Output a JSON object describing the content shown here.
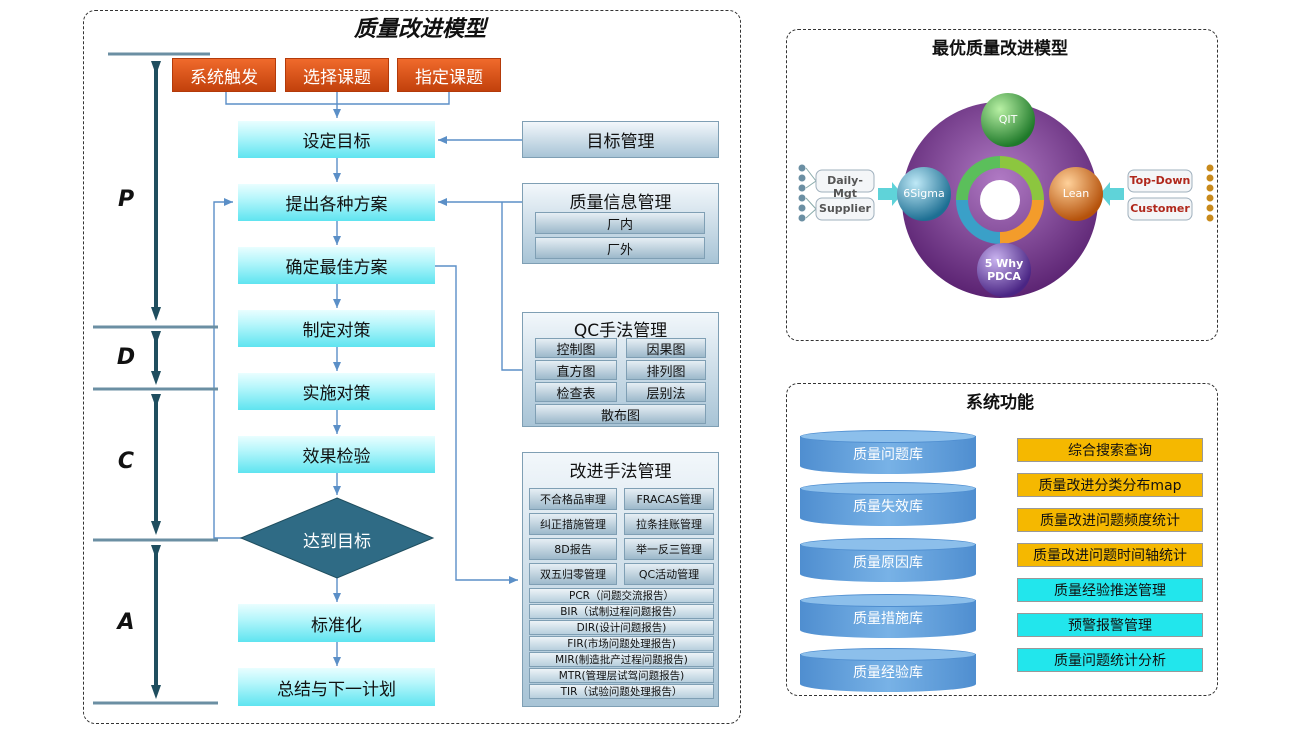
{
  "left_panel": {
    "title": "质量改进模型",
    "triggers": [
      "系统触发",
      "选择课题",
      "指定课题"
    ],
    "steps": [
      "设定目标",
      "提出各种方案",
      "确定最佳方案",
      "制定对策",
      "实施对策",
      "效果检验",
      "达到目标",
      "标准化",
      "总结与下一计划"
    ],
    "phases": [
      "P",
      "D",
      "C",
      "A"
    ],
    "goal_mgmt": "目标管理",
    "quality_info": {
      "title": "质量信息管理",
      "items": [
        "厂内",
        "厂外"
      ]
    },
    "qc_methods": {
      "title": "QC手法管理",
      "items": [
        "控制图",
        "因果图",
        "直方图",
        "排列图",
        "检查表",
        "层别法",
        "散布图"
      ]
    },
    "improve_methods": {
      "title": "改进手法管理",
      "grid": [
        "不合格品审理",
        "FRACAS管理",
        "纠正措施管理",
        "拉条挂账管理",
        "8D报告",
        "举一反三管理",
        "双五归零管理",
        "QC活动管理"
      ],
      "reports": [
        "PCR（问题交流报告）",
        "BIR（试制过程问题报告）",
        "DIR(设计问题报告)",
        "FIR(市场问题处理报告)",
        "MIR(制造批产过程问题报告)",
        "MTR(管理层试驾问题报告)",
        "TIR（试验问题处理报告）"
      ]
    }
  },
  "best_model": {
    "title": "最优质量改进模型",
    "left_tags": [
      "Daily-Mgt",
      "Supplier"
    ],
    "right_tags": [
      "Top-Down",
      "Customer"
    ],
    "spheres": [
      "QIT",
      "6Sigma",
      "Lean",
      "5 Why\nPDCA"
    ],
    "colors": {
      "qit": "#2f9e3a",
      "sigma": "#3aa0c8",
      "lean": "#d9731a",
      "pdca": "#6a3ea1",
      "disc": "#7a3a8e"
    }
  },
  "system": {
    "title": "系统功能",
    "databases": [
      "质量问题库",
      "质量失效库",
      "质量原因库",
      "质量措施库",
      "质量经验库"
    ],
    "features": [
      {
        "label": "综合搜索查询",
        "color": "#f5b800"
      },
      {
        "label": "质量改进分类分布map",
        "color": "#f5b800"
      },
      {
        "label": "质量改进问题频度统计",
        "color": "#f5b800"
      },
      {
        "label": "质量改进问题时间轴统计",
        "color": "#f5b800"
      },
      {
        "label": "质量经验推送管理",
        "color": "#22e6ec"
      },
      {
        "label": "预警报警管理",
        "color": "#22e6ec"
      },
      {
        "label": "质量问题统计分析",
        "color": "#22e6ec"
      }
    ]
  }
}
